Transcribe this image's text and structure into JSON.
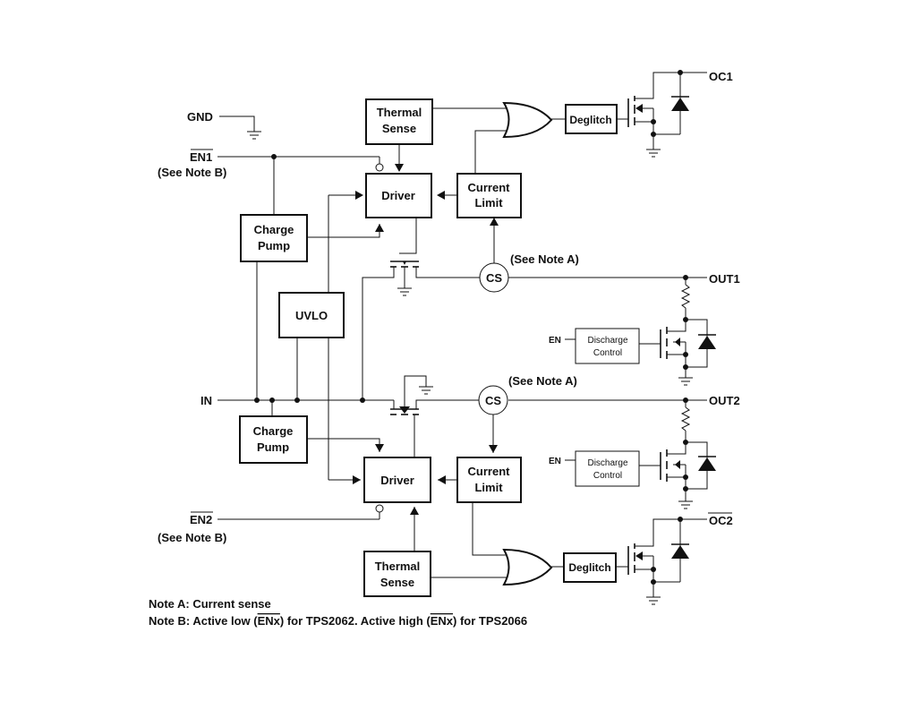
{
  "pins": {
    "gnd": "GND",
    "en1": "EN1",
    "en1_note": "(See Note B)",
    "in": "IN",
    "en2": "EN2",
    "en2_note": "(See Note B)",
    "oc1": "OC1",
    "oc2": "OC2",
    "out1": "OUT1",
    "out2": "OUT2",
    "en_d1": "EN",
    "en_d2": "EN"
  },
  "blocks": {
    "thermal1": [
      "Thermal",
      "Sense"
    ],
    "thermal2": [
      "Thermal",
      "Sense"
    ],
    "driver1": "Driver",
    "driver2": "Driver",
    "current1": [
      "Current",
      "Limit"
    ],
    "current2": [
      "Current",
      "Limit"
    ],
    "charge1": [
      "Charge",
      "Pump"
    ],
    "charge2": [
      "Charge",
      "Pump"
    ],
    "uvlo": "UVLO",
    "deglitch1": "Deglitch",
    "deglitch2": "Deglitch",
    "cs1": "CS",
    "cs2": "CS",
    "discharge1": [
      "Discharge",
      "Control"
    ],
    "discharge2": [
      "Discharge",
      "Control"
    ]
  },
  "annotations": {
    "cs1_note": "(See Note A)",
    "cs2_note": "(See Note A)"
  },
  "notes": {
    "note_a": "Note A: Current sense",
    "note_b_pre": "Note B: Active low (",
    "note_b_enx1": "ENx",
    "note_b_mid": ") for TPS2062. Active high (",
    "note_b_enx2": "ENx",
    "note_b_post": ") for TPS2066"
  }
}
